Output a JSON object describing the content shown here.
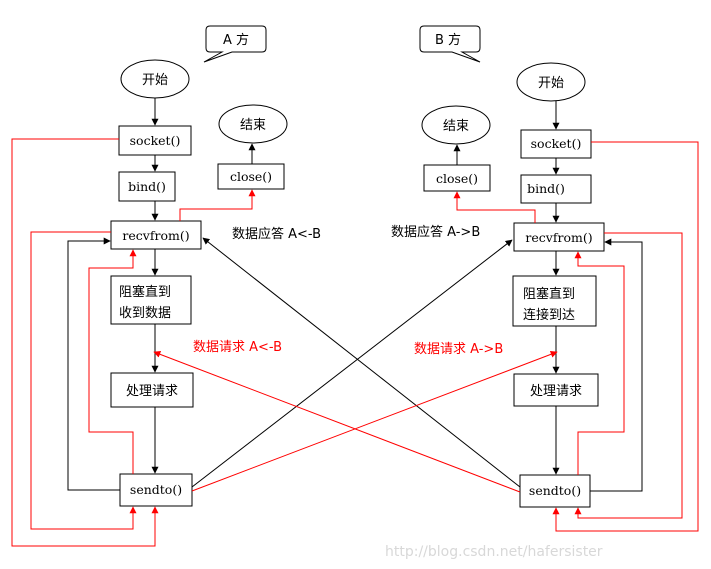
{
  "colors": {
    "black": "#000000",
    "red": "#ff0000",
    "watermark": "#d0d0d0"
  },
  "side_a": {
    "callout": "A 方",
    "start": "开始",
    "socket": "socket()",
    "bind": "bind()",
    "recvfrom": "recvfrom()",
    "block_line1": "阻塞直到",
    "block_line2": "收到数据",
    "process": "处理请求",
    "sendto": "sendto()",
    "close": "close()",
    "end": "结束"
  },
  "side_b": {
    "callout": "B 方",
    "start": "开始",
    "socket": "socket()",
    "bind": "bind()",
    "recvfrom": "recvfrom()",
    "block_line1": "阻塞直到",
    "block_line2": "连接到达",
    "process": "处理请求",
    "sendto": "sendto()",
    "close": "close()",
    "end": "结束"
  },
  "labels": {
    "reply_to_a": "数据应答 A<-B",
    "reply_to_b": "数据应答 A->B",
    "request_to_a": "数据请求 A<-B",
    "request_to_b": "数据请求 A->B"
  },
  "watermark": "http://blog.csdn.net/hafersister"
}
